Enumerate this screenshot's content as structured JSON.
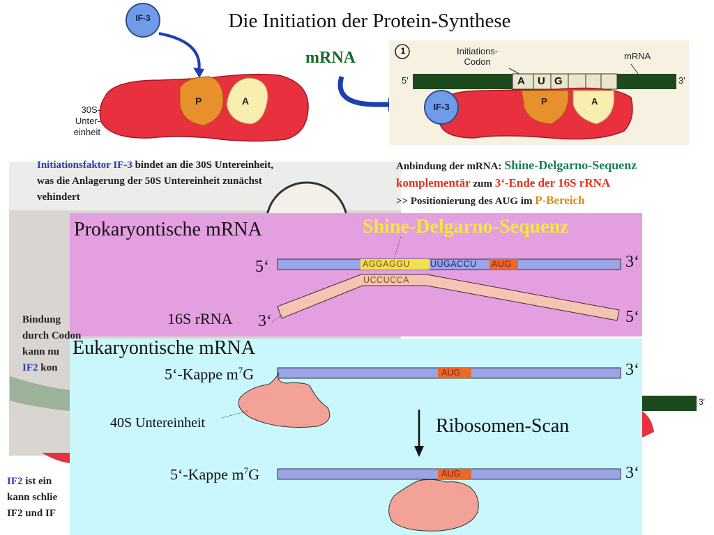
{
  "title": "Die Initiation der Protein-Synthese",
  "top_left": {
    "if3_label": "IF-3",
    "p_label": "P",
    "a_label": "A",
    "subunit_label": [
      "30S-",
      "Unter-",
      "einheit"
    ]
  },
  "mrna_label": "mRNA",
  "top_right": {
    "step_number": "1",
    "initiation_codon": [
      "Initiations-",
      "Codon"
    ],
    "mrna_label": "mRNA",
    "five_prime": "5'",
    "three_prime": "3'",
    "codon_letters": [
      "A",
      "U",
      "G"
    ],
    "if3_label": "IF-3",
    "p_label": "P",
    "a_label": "A"
  },
  "left_text": {
    "highlight": "Initiationsfaktor IF-3",
    "line1_rest": " bindet an die 30S Untereinheit,",
    "line2": "was die Anlagerung der 50S Untereinheit zunächst",
    "line3": "vehindert"
  },
  "right_text": {
    "line1_prefix": "Anbindung der mRNA: ",
    "line1_highlight": "Shine-Delgarno-Sequenz",
    "line2_highlight1": "komplementär",
    "line2_mid": " zum ",
    "line2_highlight2": "3‘-Ende der 16S rRNA",
    "line3_prefix": ">> Positionierung des AUG im ",
    "line3_highlight": "P-Bereich"
  },
  "background_fragments": {
    "line1": "Bindung",
    "line2": "durch Codon",
    "line3": "kann nu",
    "line4_highlight": "IF2",
    "line4_rest": " kon",
    "bottom1_highlight": "IF2",
    "bottom1_rest": " ist ein",
    "bottom2": "kann schlie",
    "bottom3": "IF2 und IF",
    "small_three_prime": "3'"
  },
  "prokaryote": {
    "title": "Prokaryontische mRNA",
    "sd_label": "Shine-Delgarno-Sequenz",
    "sequence_sd": "AGGAGGU",
    "sequence_mid": "UUGACCU",
    "sequence_aug": "AUG",
    "complement": "UCCUCCA",
    "rrna_label": "16S rRNA",
    "mrna_five": "5‘",
    "mrna_three": "3‘",
    "rrna_three": "3‘",
    "rrna_five": "5‘"
  },
  "eukaryote": {
    "title": "Eukaryontische mRNA",
    "cap_label": "5‘-Kappe m",
    "cap_sup": "7",
    "cap_suffix": "G",
    "three_prime": "3‘",
    "aug": "AUG",
    "subunit_label": "40S Untereinheit",
    "scan_label": "Ribosomen-Scan"
  },
  "colors": {
    "ribosome_red": "#e8303f",
    "p_site": "#e8902c",
    "a_site": "#f7eeb0",
    "if3_blue": "#6f9be8",
    "mrna_dark": "#1c4a1c",
    "mrna_strand": "#9aa4e6",
    "aug_orange": "#e86a2a",
    "sd_yellow": "#f2e24a",
    "rrna_peach": "#f7c4b4",
    "arrow_blue": "#1d3fb0",
    "pink_panel": "#e49fe0",
    "cyan_panel": "#c9f7fb"
  }
}
